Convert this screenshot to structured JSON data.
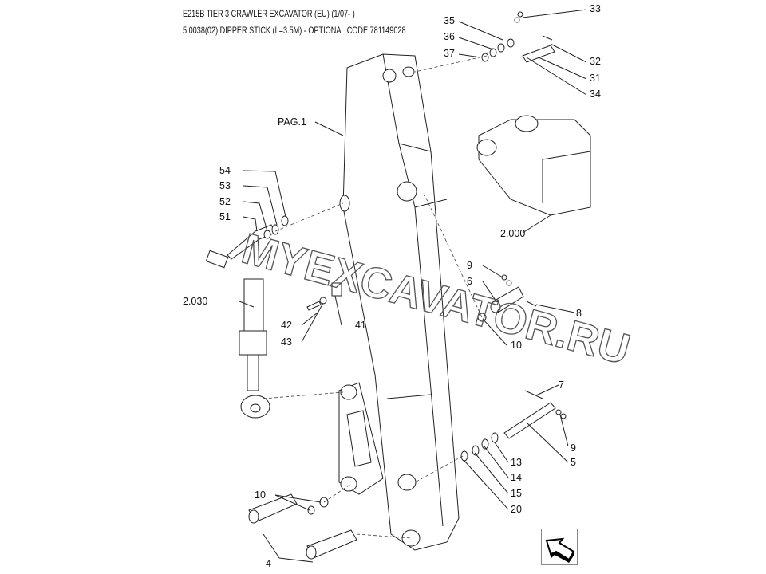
{
  "header": {
    "title": "E215B TIER 3 CRAWLER EXCAVATOR (EU) (1/07- )",
    "subtitle": "5.0038(02) DIPPER STICK (L=3.5M) - OPTIONAL CODE 781149028"
  },
  "watermark": "MYEXCAVATOR.RU",
  "callouts": {
    "c33": "33",
    "c35": "35",
    "c36": "36",
    "c37": "37",
    "c32": "32",
    "c31": "31",
    "c34": "34",
    "pag1": "PAG.1",
    "c54": "54",
    "c53": "53",
    "c52": "52",
    "c51": "51",
    "c2000": "2.000",
    "c9a": "9",
    "c6": "6",
    "c8": "8",
    "c2030": "2.030",
    "c42": "42",
    "c41": "41",
    "c43": "43",
    "c10a": "10",
    "c7": "7",
    "c9b": "9",
    "c5": "5",
    "c13": "13",
    "c14": "14",
    "c15": "15",
    "c20": "20",
    "c10b": "10",
    "c4": "4"
  },
  "nav": {
    "icon": "next-page-arrow-icon"
  }
}
